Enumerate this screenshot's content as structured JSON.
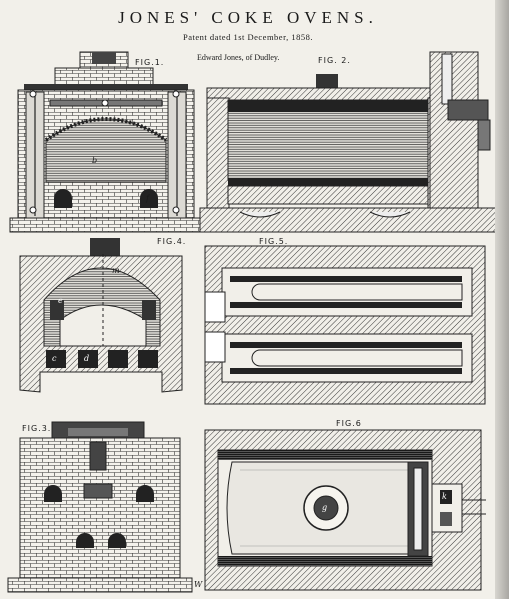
{
  "header": {
    "title": "JONES' COKE OVENS.",
    "patent": "Patent dated 1st December, 1858.",
    "inventor": "Edward Jones, of Dudley."
  },
  "figures": {
    "fig1": "FIG.1.",
    "fig2": "FIG. 2.",
    "fig3": "FIG.3.",
    "fig4": "FIG.4.",
    "fig5": "FIG.5.",
    "fig6": "FIG.6"
  },
  "letters": {
    "b": "b",
    "f": "f",
    "e": "e",
    "c": "c",
    "d": "d",
    "g": "g",
    "m": "m",
    "k": "k",
    "w": "W"
  }
}
